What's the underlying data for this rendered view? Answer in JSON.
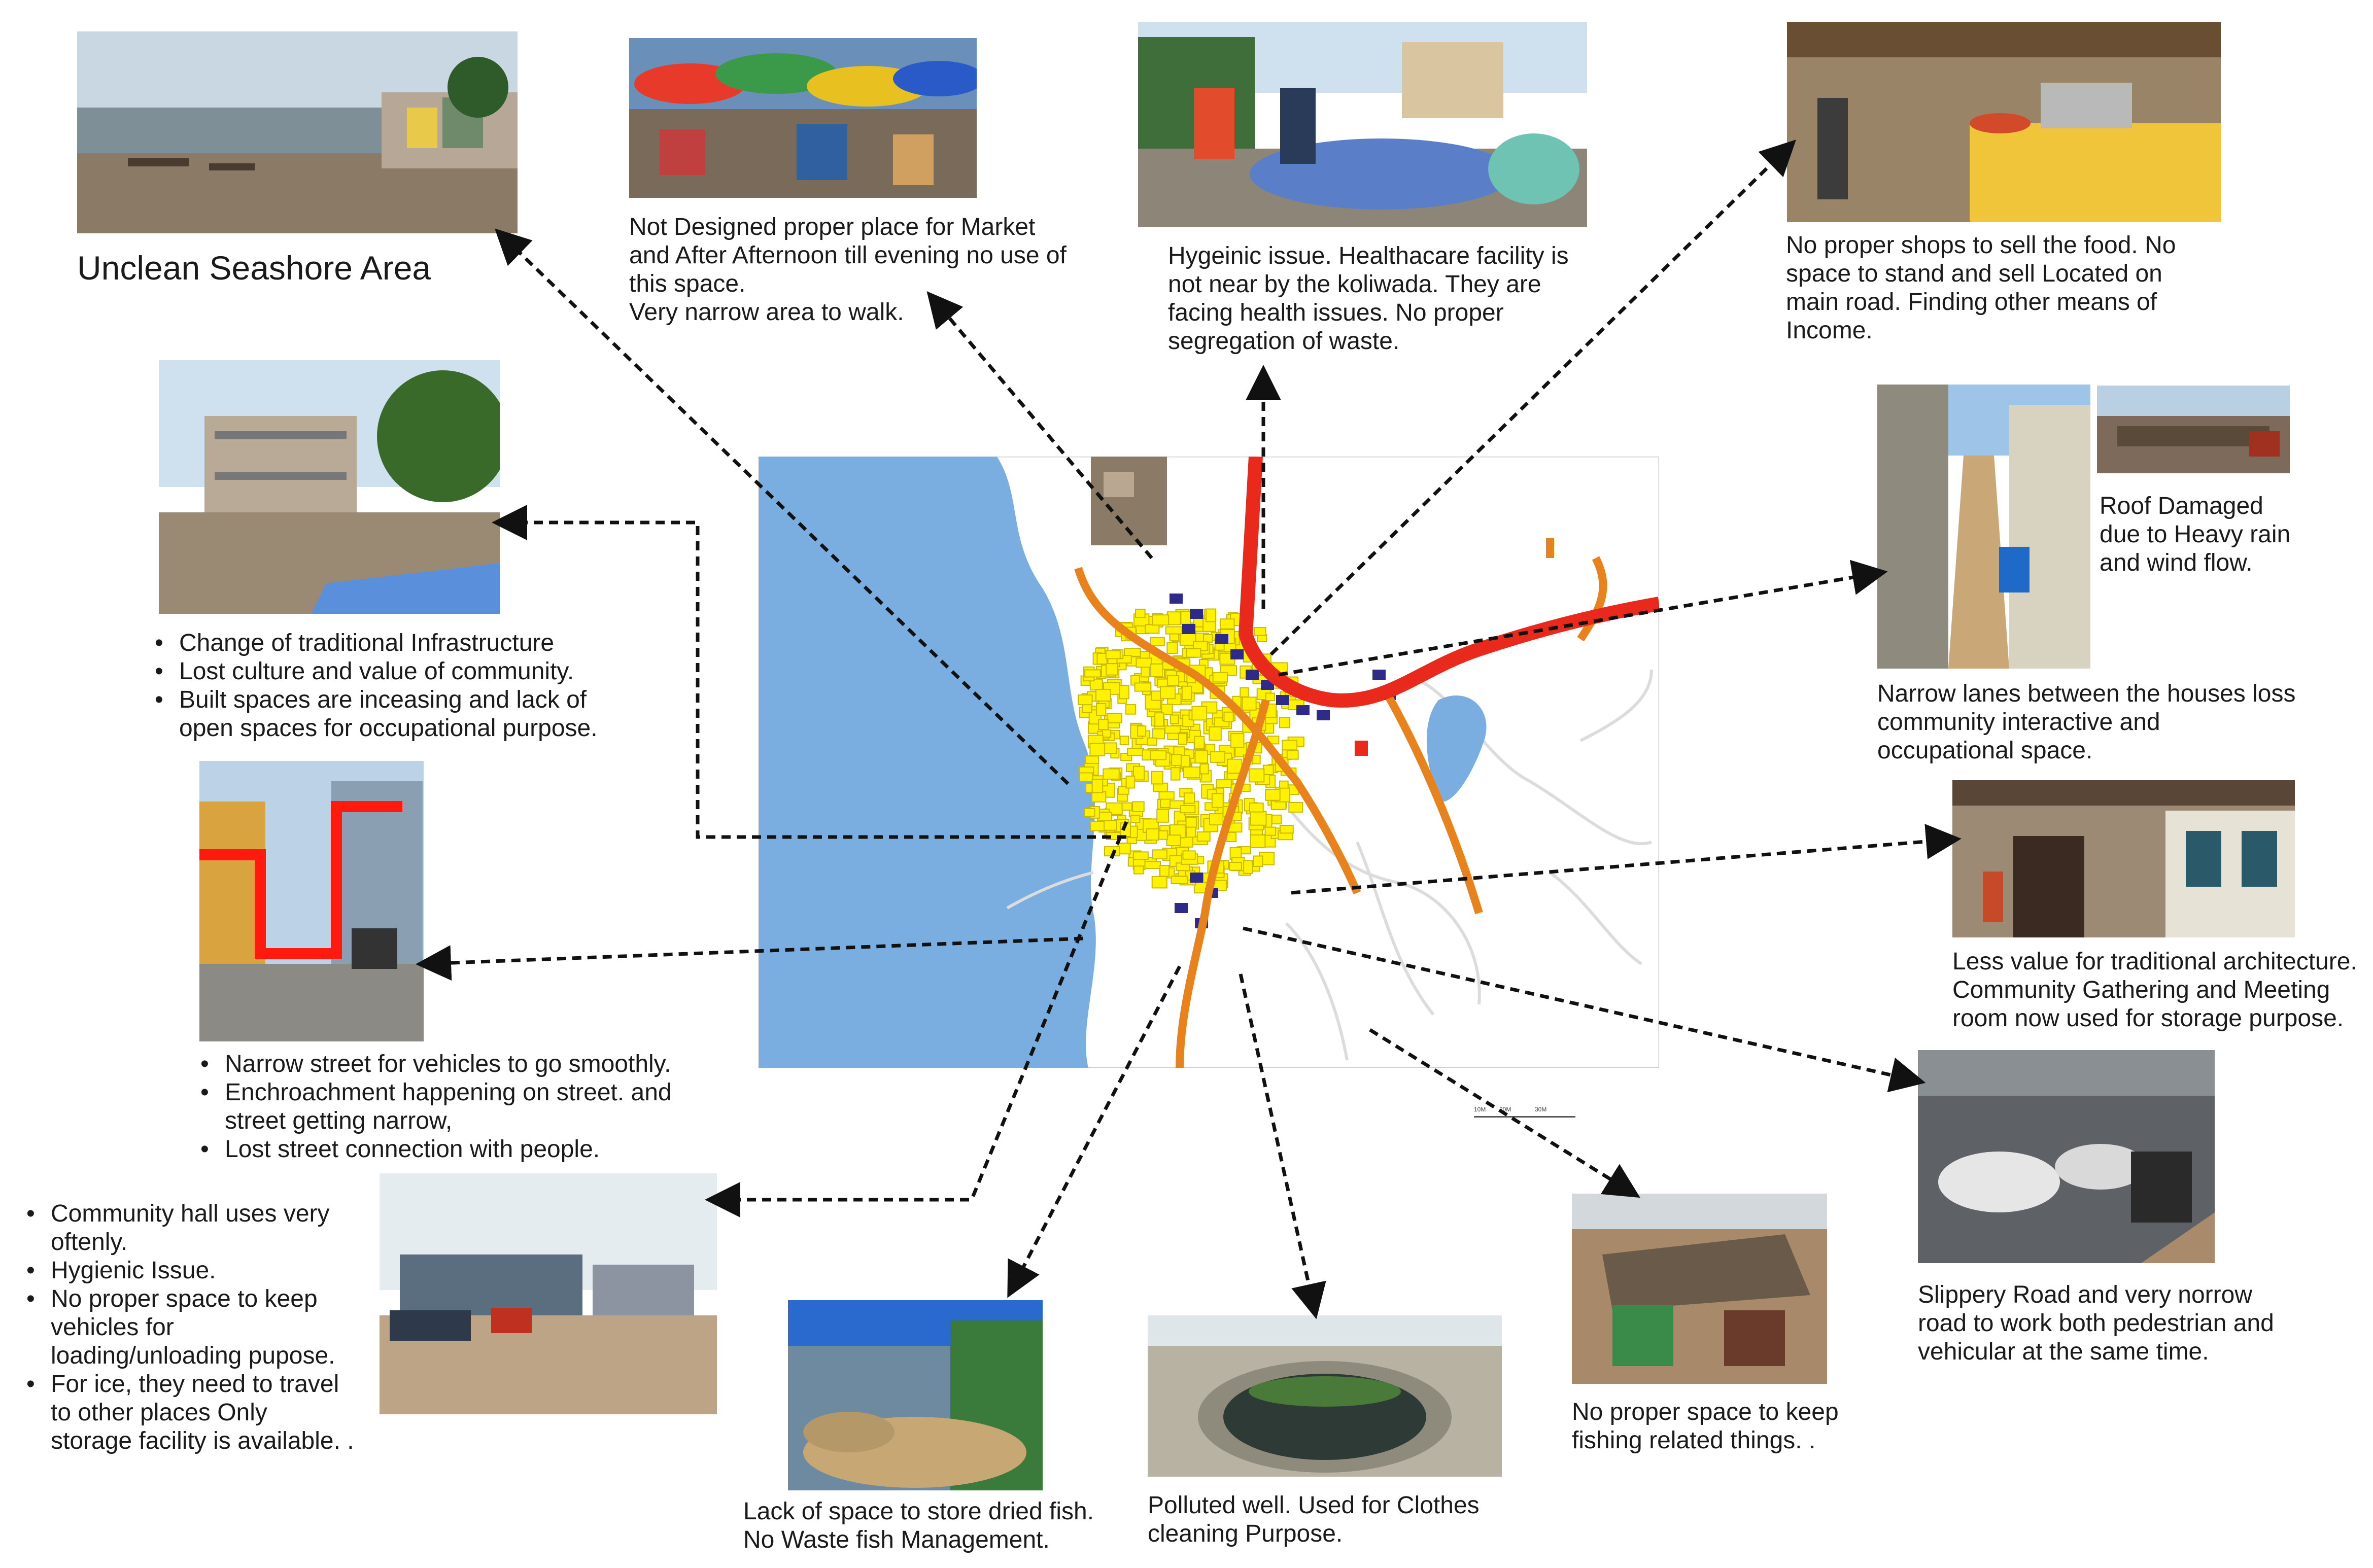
{
  "title": "Unclean Seashore Area",
  "colors": {
    "sea": "#7aaee0",
    "settlement": "#fff200",
    "commercial": "#2e2a8a",
    "main_road": "#e8291c",
    "secondary_road": "#e8821c",
    "lane": "#dcdcdc",
    "arrow": "#111111"
  },
  "captions": {
    "market": "Not Designed proper place for Market\nand After Afternoon till evening no use of\nthis space.\nVery narrow area to walk.",
    "waste": "Hygeinic issue. Healthacare facility is\nnot near by the koliwada. They are\nfacing health issues. No proper\nsegregation of waste.",
    "shops": "No proper shops to sell the food. No\nspace to stand and sell  Located on\nmain road. Finding other means of\nIncome.",
    "roof": "Roof Damaged\ndue to Heavy rain\nand wind flow.",
    "lanes": "Narrow lanes between the houses loss\ncommunity interactive and\noccupational space.",
    "architecture": "Less value for traditional architecture.\nCommunity Gathering and Meeting\nroom now used for storage purpose.",
    "slippery": "Slippery Road and very norrow\nroad to work both pedestrian and\nvehicular at the same time.",
    "fishing": "No proper space to keep\nfishing related things. .",
    "well": "Polluted well. Used for Clothes\ncleaning Purpose.",
    "dried_fish": "Lack of space to store dried fish.\nNo Waste fish Management."
  },
  "infrastructure_points": [
    "Change of traditional Infrastructure",
    "Lost culture and value of community.",
    "Built spaces are inceasing and lack of\nopen spaces for occupational purpose."
  ],
  "street_points": [
    "Narrow street for vehicles to go smoothly.",
    "Enchroachment happening on street. and\nstreet getting narrow,",
    "Lost street connection with people."
  ],
  "community_points": [
    "Community hall uses very\noftenly.",
    "Hygienic Issue.",
    "No proper space to keep\nvehicles for\nloading/unloading pupose.",
    "For ice, they need to travel\nto other places  Only\nstorage facility is available. ."
  ],
  "scale_labels": [
    "10M",
    "20M",
    "30M"
  ]
}
